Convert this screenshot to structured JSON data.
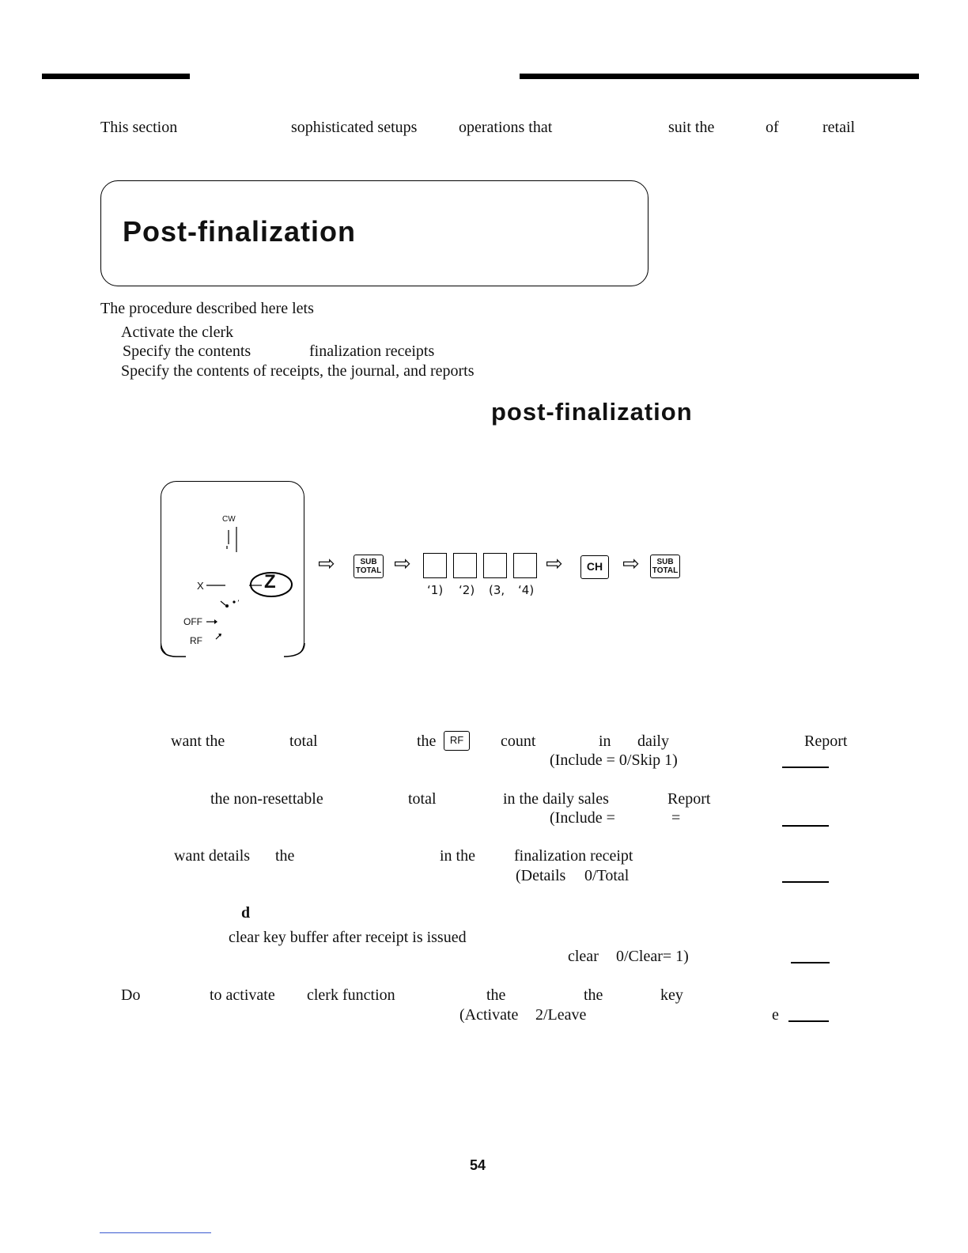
{
  "intro": {
    "words": [
      "This section",
      "sophisticated setups",
      "operations that",
      "suit the",
      "of",
      "retail"
    ]
  },
  "section_title": "Post-finalization",
  "procedure": {
    "lead": "The procedure described here lets",
    "items": [
      "Activate the clerk",
      "Specify the contents",
      "finalization receipts",
      "Specify the contents of receipts, the journal, and reports"
    ]
  },
  "subheading": "post-finalization",
  "mode_switch": {
    "positions": [
      "CW",
      "X",
      "Z",
      "OFF",
      "RF"
    ]
  },
  "key_sequence": {
    "subtotal_key": [
      "SUB",
      "TOTAL"
    ],
    "ch_key": "CH",
    "digits": [
      "1",
      "2",
      "3",
      "4"
    ]
  },
  "questions": [
    {
      "line1": [
        "want the",
        "total",
        "the",
        "count",
        "in",
        "daily",
        "Report"
      ],
      "rf_key": "RF",
      "line2": "(Include = 0/Skip   1)"
    },
    {
      "line1": [
        "the non-resettable",
        "total",
        "in the daily sales",
        "Report"
      ],
      "line2": [
        "(Include =",
        "="
      ]
    },
    {
      "line1": [
        "want details",
        "the",
        "in the",
        "finalization receipt"
      ],
      "line2": [
        "(Details",
        "0/Total"
      ]
    },
    {
      "fragment": "d",
      "line1": "clear key buffer after receipt is issued",
      "line2": [
        "clear",
        "0/Clear= 1)"
      ]
    },
    {
      "line1": [
        "Do",
        "to activate",
        "clerk function",
        "the",
        "the",
        "key"
      ],
      "line2": [
        "(Activate",
        "2/Leave",
        "e"
      ]
    }
  ],
  "page_number": "54"
}
